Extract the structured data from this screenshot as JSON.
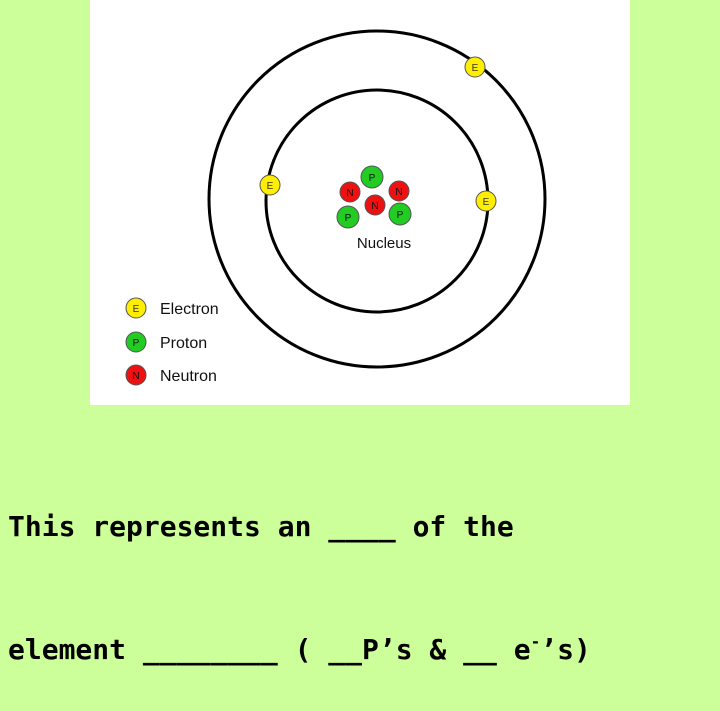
{
  "diagram": {
    "electron_symbol": "E",
    "proton_symbol": "P",
    "neutron_symbol": "N",
    "nucleus_label": "Nucleus",
    "colors": {
      "electron": "#ffee00",
      "proton": "#22cc22",
      "neutron": "#ee1111",
      "orbit": "#000000"
    },
    "legend": [
      {
        "symbol": "E",
        "label": "Electron",
        "kind": "electron"
      },
      {
        "symbol": "P",
        "label": "Proton",
        "kind": "proton"
      },
      {
        "symbol": "N",
        "label": "Neutron",
        "kind": "neutron"
      }
    ]
  },
  "prompt": {
    "line1": "This represents an ____ of the",
    "line2_a": "element ________ ( __P’s & __ e",
    "line2_sup": "-",
    "line2_b": "’s)"
  }
}
